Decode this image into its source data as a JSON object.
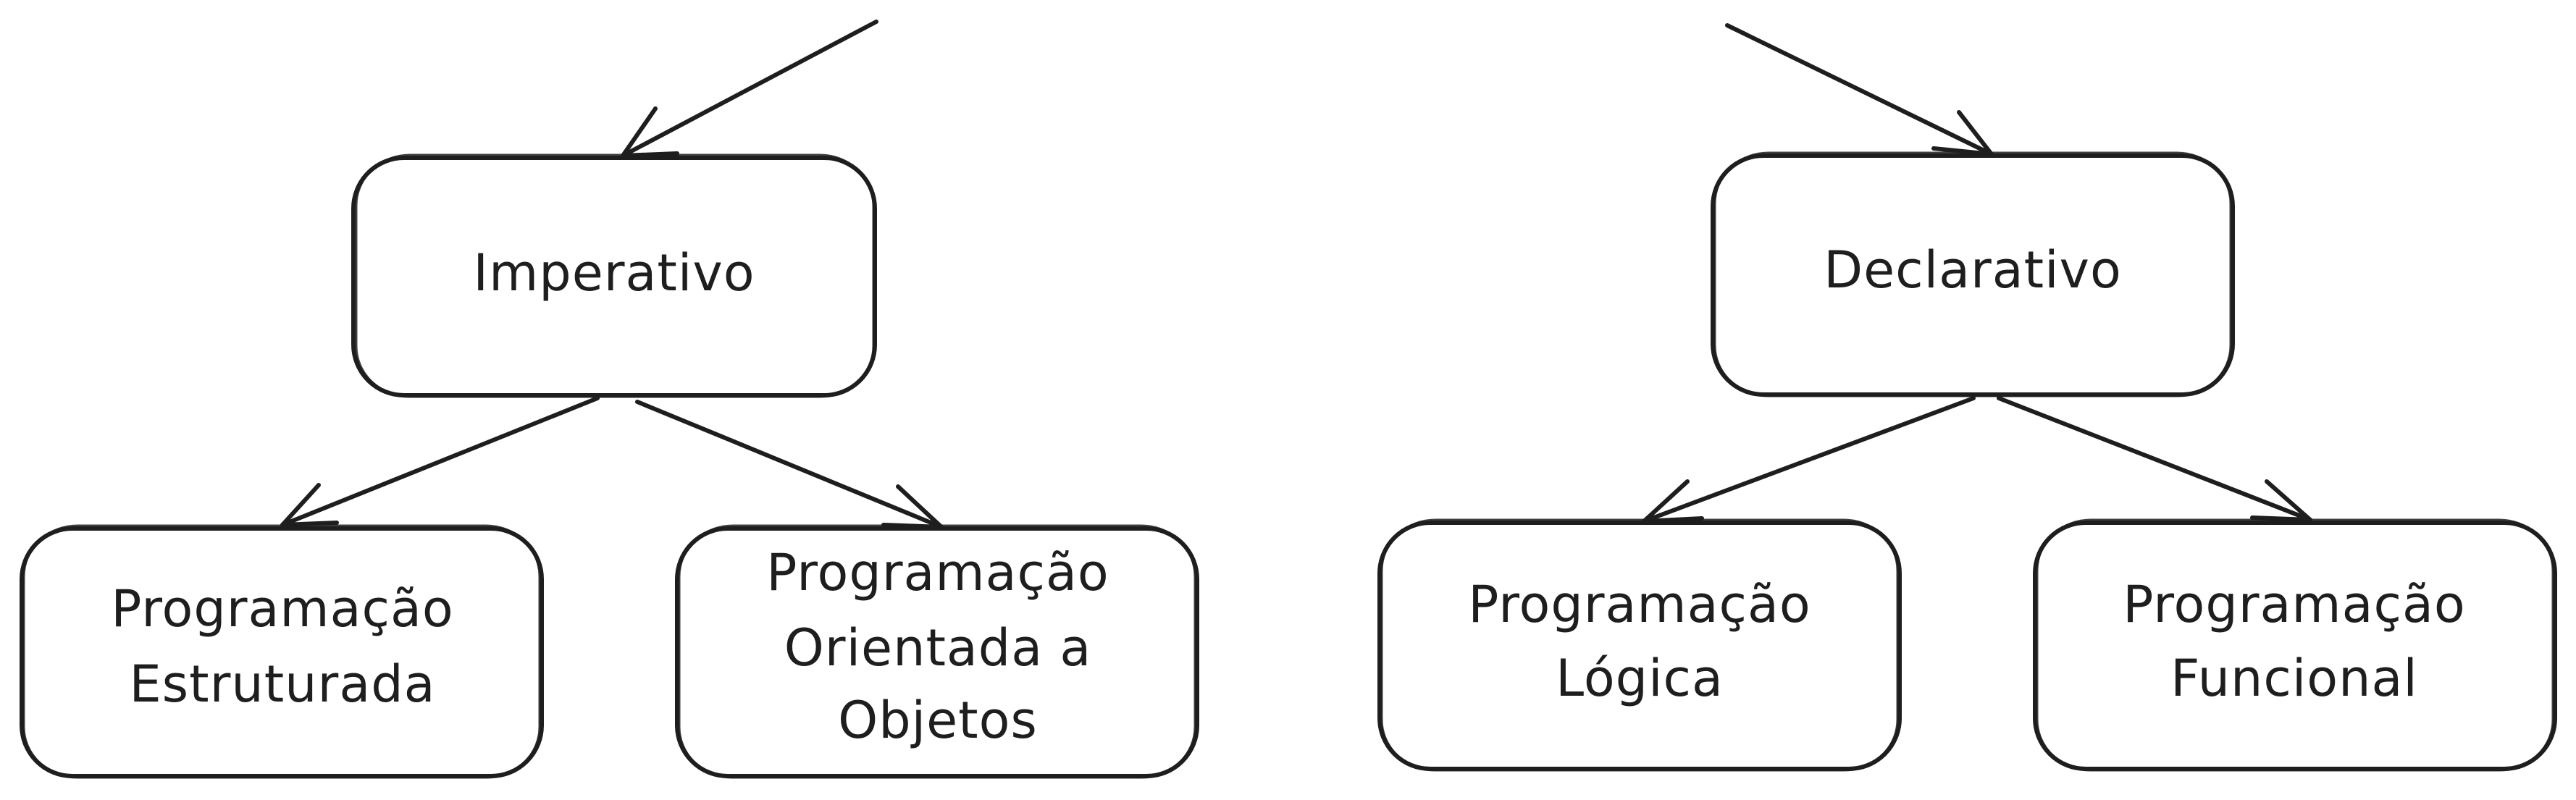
{
  "nodes": {
    "imperativo": {
      "label": "Imperativo"
    },
    "declarativo": {
      "label": "Declarativo"
    },
    "estruturada": {
      "lines": [
        "Programação",
        "Estruturada"
      ]
    },
    "orientada": {
      "lines": [
        "Programação",
        "Orientada a",
        "Objetos"
      ]
    },
    "logica": {
      "lines": [
        "Programação",
        "Lógica"
      ]
    },
    "funcional": {
      "lines": [
        "Programação",
        "Funcional"
      ]
    }
  }
}
